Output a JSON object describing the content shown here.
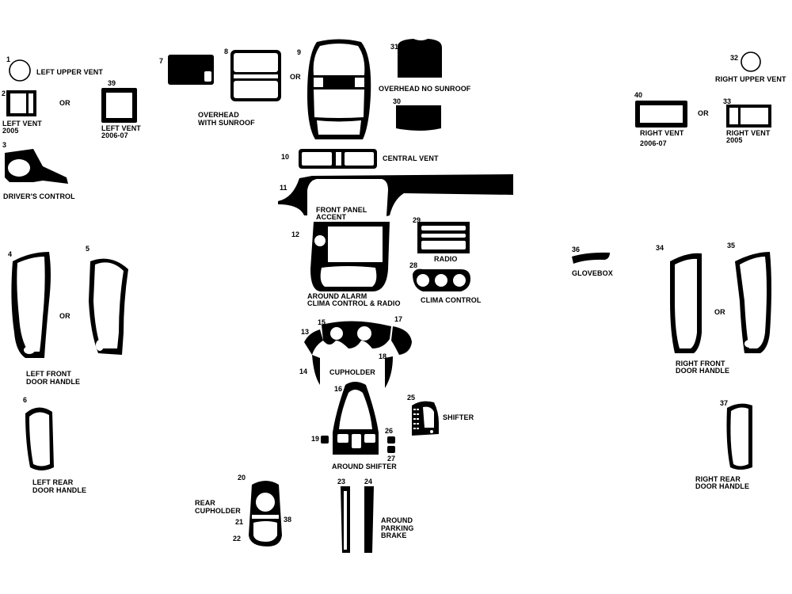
{
  "numbers": [
    "1",
    "2",
    "3",
    "4",
    "5",
    "6",
    "7",
    "8",
    "9",
    "10",
    "11",
    "12",
    "13",
    "14",
    "15",
    "16",
    "17",
    "18",
    "19",
    "20",
    "21",
    "22",
    "23",
    "24",
    "25",
    "26",
    "27",
    "28",
    "29",
    "30",
    "31",
    "32",
    "33",
    "34",
    "35",
    "36",
    "37",
    "38",
    "39",
    "40"
  ],
  "labels": {
    "left_upper_vent": "LEFT UPPER VENT",
    "left_vent_2005": [
      "LEFT VENT",
      "2005"
    ],
    "or": "OR",
    "left_vent_2006": [
      "LEFT VENT",
      "2006-07"
    ],
    "drivers_control": "DRIVER'S CONTROL",
    "overhead_sunroof": [
      "OVERHEAD",
      "WITH SUNROOF"
    ],
    "overhead_no_sunroof": "OVERHEAD NO SUNROOF",
    "central_vent": "CENTRAL VENT",
    "front_panel_accent": [
      "FRONT PANEL",
      "ACCENT"
    ],
    "around_alarm": [
      "AROUND ALARM",
      "CLIMA CONTROL & RADIO"
    ],
    "radio": "RADIO",
    "clima_control": "CLIMA CONTROL",
    "glovebox": "GLOVEBOX",
    "right_upper_vent": "RIGHT UPPER VENT",
    "right_vent_2006": [
      "RIGHT VENT",
      "2006-07"
    ],
    "right_vent_2005": [
      "RIGHT VENT",
      "2005"
    ],
    "left_front_door": [
      "LEFT FRONT",
      "DOOR HANDLE"
    ],
    "right_front_door": [
      "RIGHT FRONT",
      "DOOR HANDLE"
    ],
    "cupholder": "CUPHOLDER",
    "shifter": "SHIFTER",
    "around_shifter": "AROUND SHIFTER",
    "left_rear_door": [
      "LEFT REAR",
      "DOOR HANDLE"
    ],
    "right_rear_door": [
      "RIGHT REAR",
      "DOOR HANDLE"
    ],
    "rear_cupholder": [
      "REAR",
      "CUPHOLDER"
    ],
    "around_parking_brake": [
      "AROUND",
      "PARKING",
      "BRAKE"
    ]
  }
}
